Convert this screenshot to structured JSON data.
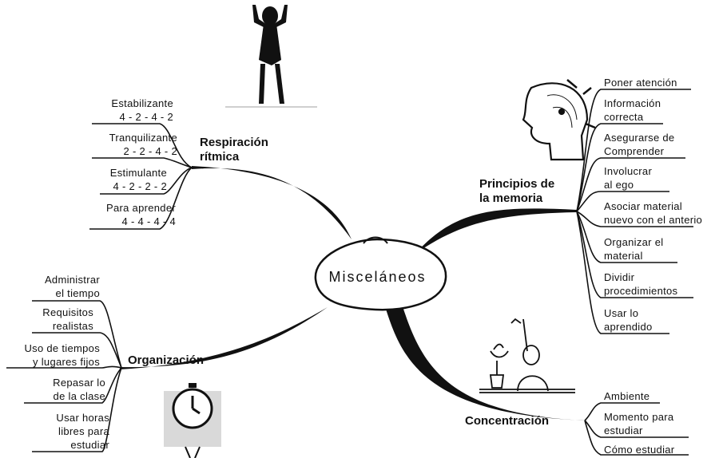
{
  "central": "Misceláneos",
  "respiracion": {
    "title": [
      "Respiración",
      "rítmica"
    ],
    "items": [
      {
        "lines": [
          "Estabilizante",
          "4 - 2 - 4 - 2"
        ]
      },
      {
        "lines": [
          "Tranquilizante",
          "2 - 2 - 4 - 2"
        ]
      },
      {
        "lines": [
          "Estimulante",
          "4 - 2 - 2 - 2"
        ]
      },
      {
        "lines": [
          "Para aprender",
          "4 - 4 - 4 - 4"
        ]
      }
    ]
  },
  "memoria": {
    "title": [
      "Principios de",
      "la memoria"
    ],
    "items": [
      {
        "lines": [
          "Poner atención"
        ]
      },
      {
        "lines": [
          "Información",
          "correcta"
        ]
      },
      {
        "lines": [
          "Asegurarse de",
          "Comprender"
        ]
      },
      {
        "lines": [
          "Involucrar",
          "al ego"
        ]
      },
      {
        "lines": [
          "Asociar material",
          "nuevo con el anterio"
        ]
      },
      {
        "lines": [
          "Organizar el",
          "material"
        ]
      },
      {
        "lines": [
          "Dividir",
          "procedimientos"
        ]
      },
      {
        "lines": [
          "Usar lo",
          "aprendido"
        ]
      }
    ]
  },
  "organizacion": {
    "title": "Organización",
    "items": [
      {
        "lines": [
          "Administrar",
          "el tiempo"
        ]
      },
      {
        "lines": [
          "Requisitos",
          "realistas"
        ]
      },
      {
        "lines": [
          "Uso de tiempos",
          "y lugares fijos"
        ]
      },
      {
        "lines": [
          "Repasar lo",
          "de la clase"
        ]
      },
      {
        "lines": [
          "Usar horas",
          "libres para",
          "estudiar"
        ]
      }
    ]
  },
  "concentracion": {
    "title": "Concentración",
    "items": [
      {
        "lines": [
          "Ambiente"
        ]
      },
      {
        "lines": [
          "Momento para",
          "estudiar"
        ]
      },
      {
        "lines": [
          "Cómo estudiar"
        ]
      }
    ]
  },
  "icons": [
    "person-arms-raised-icon",
    "head-brain-icon",
    "student-raising-hand-icon",
    "stopwatch-icon"
  ]
}
